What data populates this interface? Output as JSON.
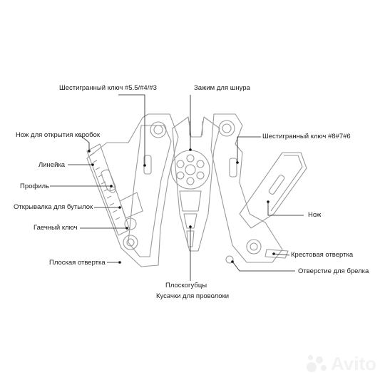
{
  "labels": {
    "hex_key_small": "Шестигранный ключ #5.5/#4/#3",
    "cord_clamp": "Зажим для шнура",
    "box_knife": "Нож для открытия коробок",
    "hex_key_large": "Шестигранный ключ #8#7#6",
    "ruler": "Линейка",
    "profile": "Профиль",
    "bottle_opener": "Открывалка для бутылок",
    "knife": "Нож",
    "wrench": "Гаечный ключ",
    "phillips_screwdriver": "Крестовая отвертка",
    "flat_screwdriver": "Плоская отвертка",
    "keyring_hole": "Отверстие для брелка",
    "pliers": "Плоскогубцы",
    "wire_cutters": "Кусачки для проволоки"
  },
  "watermark": {
    "text": "Avito",
    "color": "#f0f0f0"
  },
  "colors": {
    "line": "#1a1a1a",
    "tool_stroke": "#9a9a9a",
    "dot": "#111111"
  }
}
